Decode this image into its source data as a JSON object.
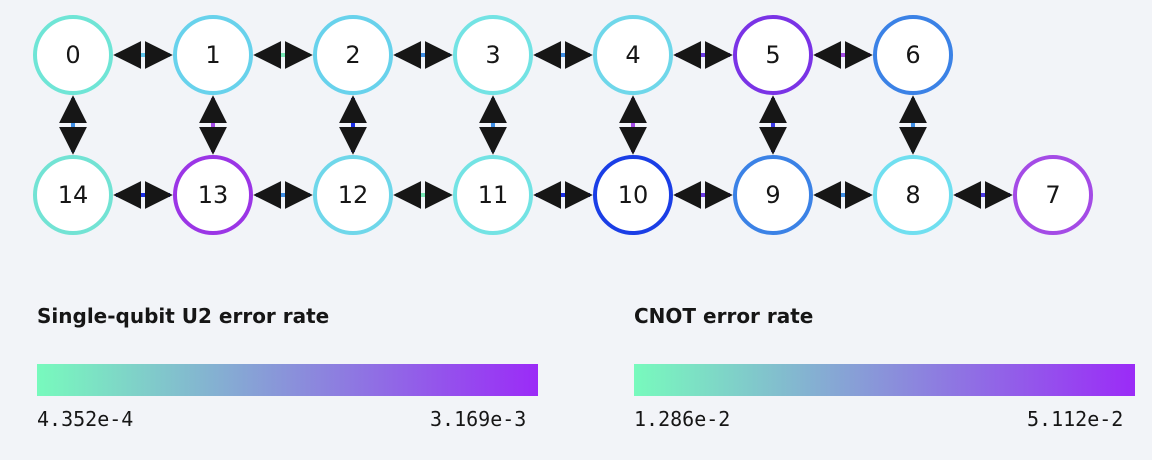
{
  "palette": {
    "low": "#78fabd",
    "high": "#9b2bf7",
    "blue": "#1a2ee6",
    "mid_blue": "#3b82e6",
    "light_blue": "#5fbaf0",
    "cyan": "#6fe2e8",
    "violet": "#7a33e6",
    "purple": "#a44be6",
    "node_fill": "#ffffff",
    "text": "#161616",
    "background": "#f2f4f8"
  },
  "nodes": [
    {
      "id": "0",
      "color": "#6fe5d6"
    },
    {
      "id": "1",
      "color": "#68d2ec"
    },
    {
      "id": "2",
      "color": "#68d2ec"
    },
    {
      "id": "3",
      "color": "#73e3e4"
    },
    {
      "id": "4",
      "color": "#6fd7ea"
    },
    {
      "id": "5",
      "color": "#7a33e6"
    },
    {
      "id": "6",
      "color": "#3b82e6"
    },
    {
      "id": "7",
      "color": "#a44be6"
    },
    {
      "id": "8",
      "color": "#70dff0"
    },
    {
      "id": "9",
      "color": "#3b82e6"
    },
    {
      "id": "10",
      "color": "#1a3ee6"
    },
    {
      "id": "11",
      "color": "#73e3e4"
    },
    {
      "id": "12",
      "color": "#6fd7ea"
    },
    {
      "id": "13",
      "color": "#9b35e6"
    },
    {
      "id": "14",
      "color": "#72e3d4"
    }
  ],
  "edges": [
    {
      "from": "0",
      "to": "1",
      "color": "#5fc6ee"
    },
    {
      "from": "1",
      "to": "2",
      "color": "#78eab8"
    },
    {
      "from": "2",
      "to": "3",
      "color": "#3f8fe6"
    },
    {
      "from": "3",
      "to": "4",
      "color": "#3f8fe6"
    },
    {
      "from": "4",
      "to": "5",
      "color": "#6a3ae6"
    },
    {
      "from": "5",
      "to": "6",
      "color": "#a44be6"
    },
    {
      "from": "0",
      "to": "14",
      "color": "#3f8fe6"
    },
    {
      "from": "1",
      "to": "13",
      "color": "#a44be6"
    },
    {
      "from": "2",
      "to": "12",
      "color": "#1a2ee6"
    },
    {
      "from": "3",
      "to": "11",
      "color": "#3f8fe6"
    },
    {
      "from": "4",
      "to": "10",
      "color": "#a44be6"
    },
    {
      "from": "5",
      "to": "9",
      "color": "#3a3ae6"
    },
    {
      "from": "6",
      "to": "8",
      "color": "#3f8fe6"
    },
    {
      "from": "14",
      "to": "13",
      "color": "#1a2ee6"
    },
    {
      "from": "13",
      "to": "12",
      "color": "#3f8fe6"
    },
    {
      "from": "12",
      "to": "11",
      "color": "#78eab8"
    },
    {
      "from": "11",
      "to": "10",
      "color": "#1a2ee6"
    },
    {
      "from": "10",
      "to": "9",
      "color": "#6a3ae6"
    },
    {
      "from": "9",
      "to": "8",
      "color": "#3f8fe6"
    },
    {
      "from": "8",
      "to": "7",
      "color": "#4a3ae6"
    }
  ],
  "legend": {
    "single_qubit": {
      "title": "Single-qubit U2 error rate",
      "min": "4.352e-4",
      "max": "3.169e-3"
    },
    "cnot": {
      "title": "CNOT error rate",
      "min": "1.286e-2",
      "max": "5.112e-2"
    }
  }
}
